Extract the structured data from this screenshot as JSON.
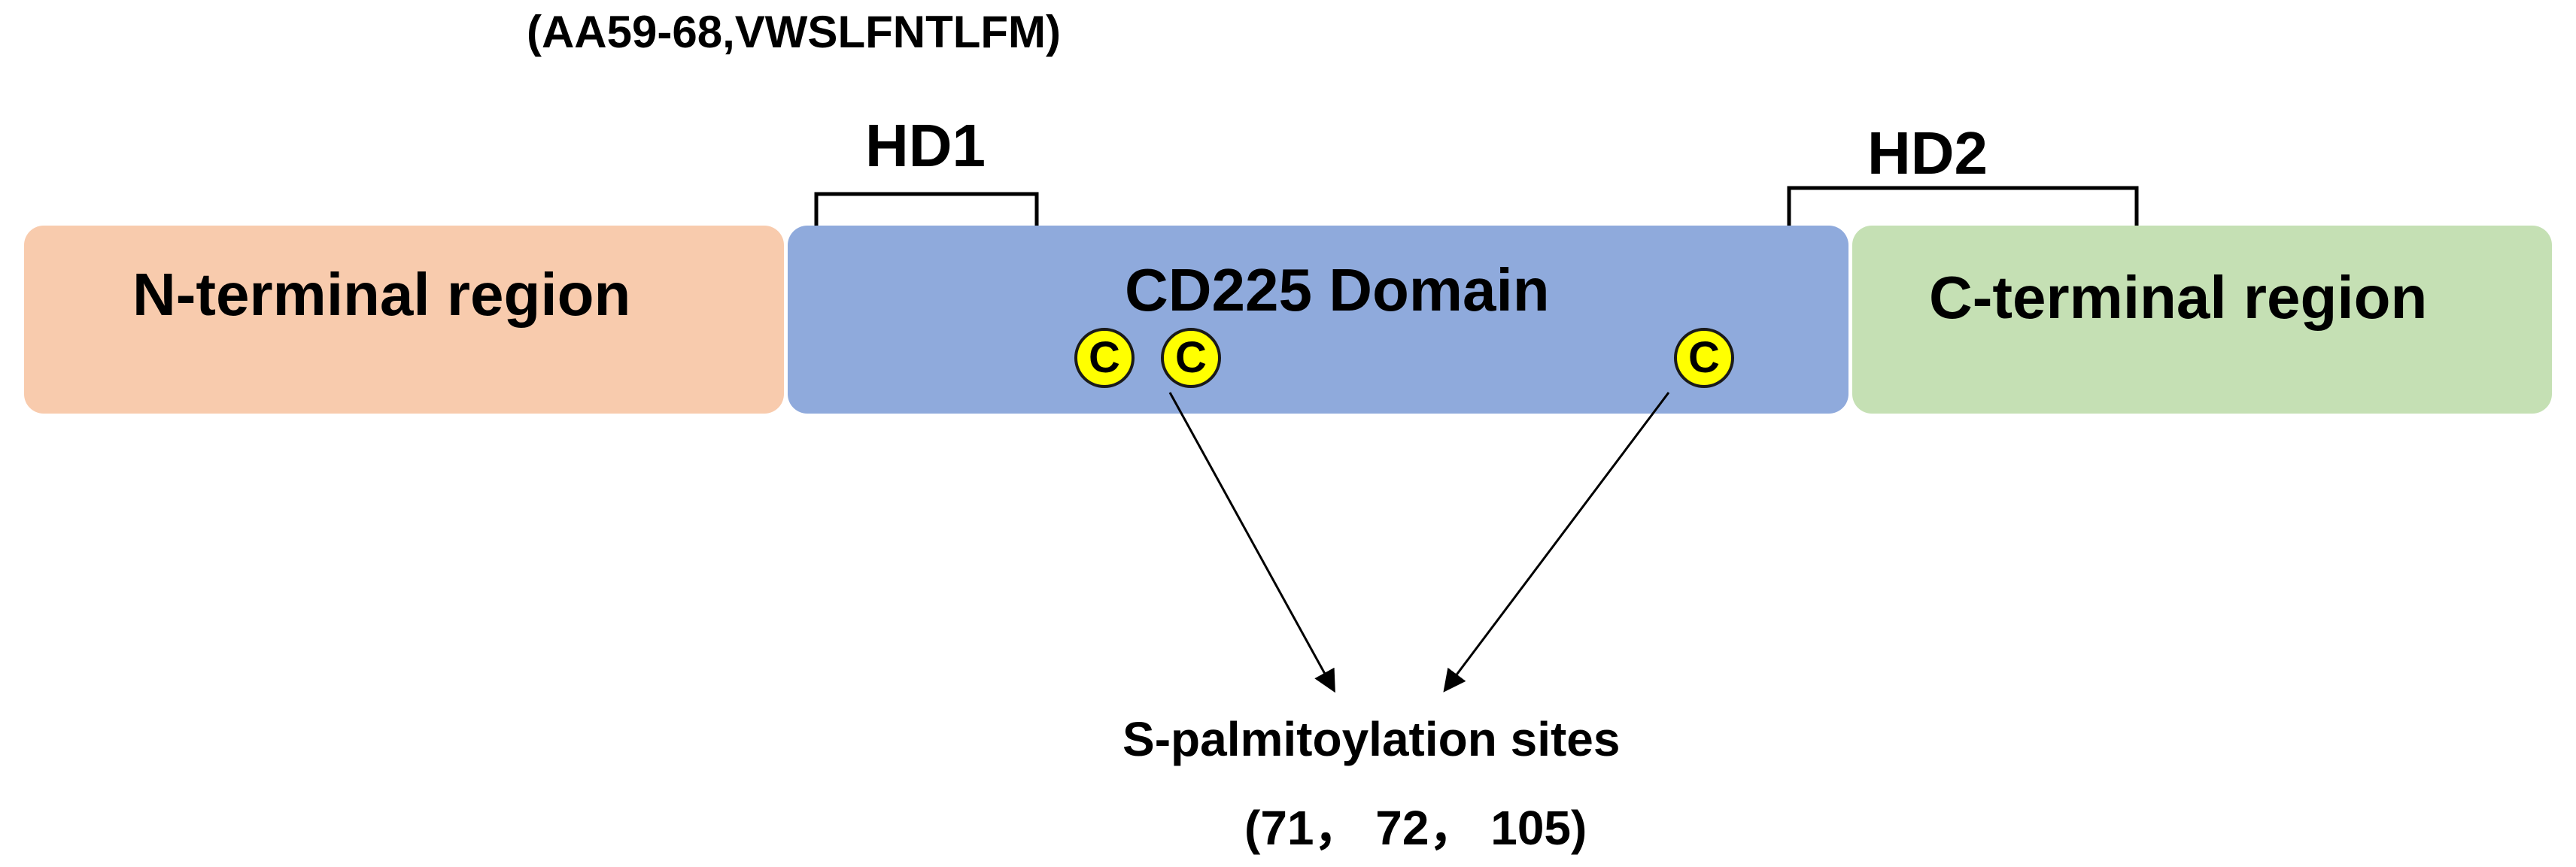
{
  "hd1_peptide": "(AA59-68,VWSLFNTLFM)",
  "hd1_label": "HD1",
  "hd2_label": "HD2",
  "regions": {
    "n_terminal": "N-terminal region",
    "cd225": "CD225 Domain",
    "c_terminal": "C-terminal region"
  },
  "cysteine_label": "C",
  "palmitoylation": {
    "title": "S-palmitoylation sites",
    "positions": "(71， 72， 105)"
  },
  "colors": {
    "n_terminal": "#f8cbad",
    "cd225": "#8faadc",
    "c_terminal": "#c5e0b4",
    "cysteine": "#ffff00"
  }
}
